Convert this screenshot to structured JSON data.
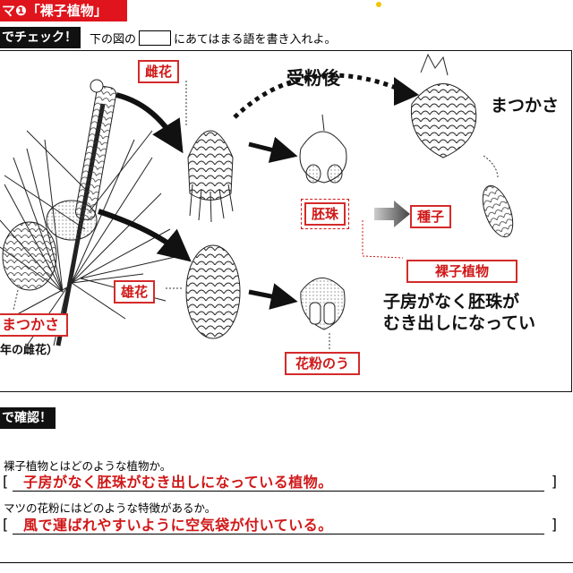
{
  "header": {
    "theme_title": "マ❶「裸子植物」",
    "check_label": "でチェック！",
    "instruction_before": "下の図の",
    "instruction_after": "にあてはまる語を書き入れよ。"
  },
  "diagram": {
    "labels": {
      "female_flower": "雌花",
      "after_pollination": "受粉後",
      "pine_cone_top": "まつかさ",
      "ovule": "胚珠",
      "seed": "種子",
      "gymnosperm": "裸子植物",
      "gymno_desc_1": "子房がなく胚珠が",
      "gymno_desc_2": "むき出しになってい",
      "male_flower": "雄花",
      "pine_cone_left": "まつかさ",
      "pine_cone_left_note": "年の雌花）",
      "pollen_sac": "花粉のう"
    }
  },
  "confirm": {
    "section_label": "で確認！",
    "q1": "裸子植物とはどのような植物か。",
    "a1": "子房がなく胚珠がむき出しになっている植物。",
    "q2": "マツの花粉にはどのような特徴があるか。",
    "a2": "風で運ばれやすいように空気袋が付いている。"
  },
  "colors": {
    "accent_red": "#d01818",
    "section_black": "#111111",
    "theme_red": "#e0141c"
  }
}
